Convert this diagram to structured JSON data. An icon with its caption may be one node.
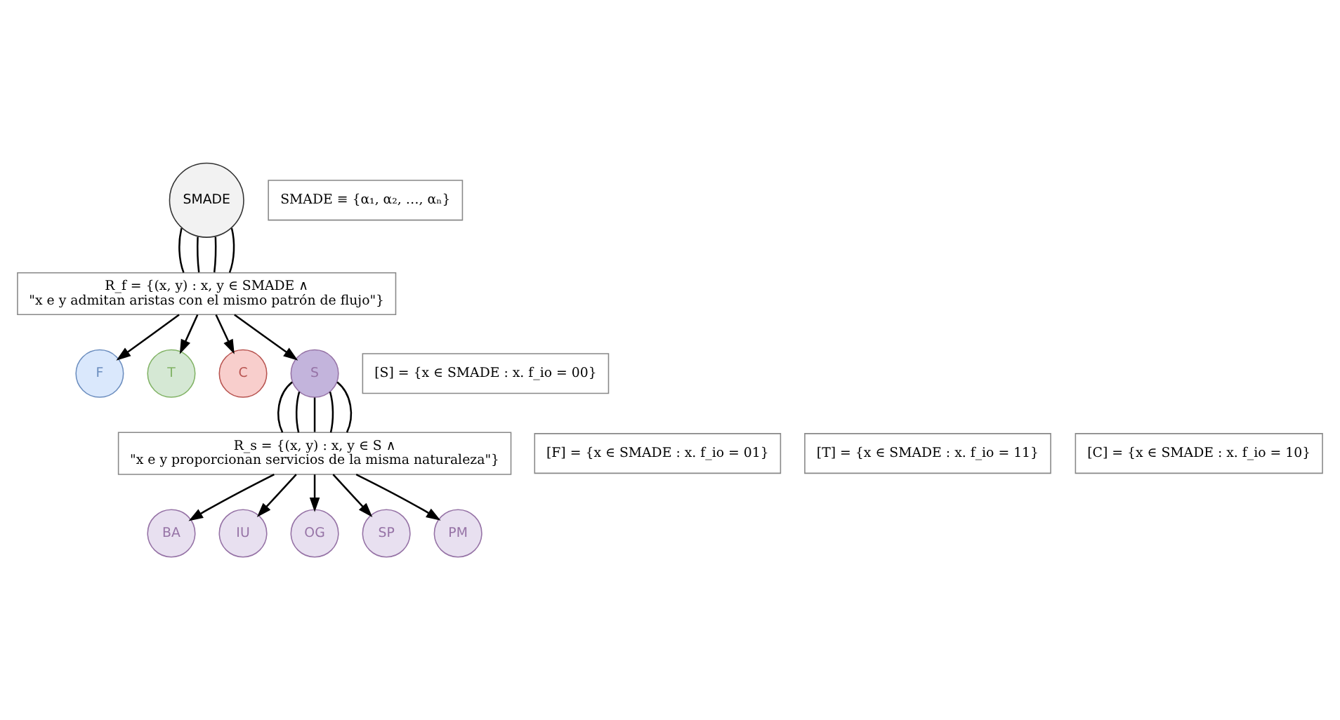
{
  "diagram": {
    "nodes": [
      {
        "text": [
          "SMADE"
        ]
      },
      {
        "text": [
          "SMADE ≡ {α₁, α₂, …, αₙ}"
        ]
      },
      {
        "text": [
          "R_f = {(x, y) : x, y ∈ SMADE ∧",
          "\"x e y admitan aristas con el mismo patrón de flujo\"}"
        ]
      },
      {
        "text": [
          "F"
        ]
      },
      {
        "text": [
          "T"
        ]
      },
      {
        "text": [
          "C"
        ]
      },
      {
        "text": [
          "S"
        ]
      },
      {
        "text": [
          "[S] = {x ∈ SMADE : x. f_io = 00}"
        ]
      },
      {
        "text": [
          "[F] = {x ∈ SMADE : x. f_io = 01}"
        ]
      },
      {
        "text": [
          "[T] = {x ∈ SMADE : x. f_io = 11}"
        ]
      },
      {
        "text": [
          "[C] = {x ∈ SMADE : x. f_io = 10}"
        ]
      },
      {
        "text": [
          "R_s = {(x, y) : x, y ∈ S ∧",
          "\"x e y proporcionan servicios de la misma naturaleza\"}"
        ]
      },
      {
        "text": [
          "BA"
        ]
      },
      {
        "text": [
          "IU"
        ]
      },
      {
        "text": [
          "OG"
        ]
      },
      {
        "text": [
          "SP"
        ]
      },
      {
        "text": [
          "PM"
        ]
      }
    ],
    "edges": [
      {
        "from": 0,
        "to": 2,
        "arrow": "none"
      },
      {
        "from": 0,
        "to": 2,
        "arrow": "none"
      },
      {
        "from": 0,
        "to": 2,
        "arrow": "none"
      },
      {
        "from": 0,
        "to": 2,
        "arrow": "none"
      },
      {
        "from": 2,
        "to": 3,
        "arrow": "to"
      },
      {
        "from": 2,
        "to": 4,
        "arrow": "to"
      },
      {
        "from": 2,
        "to": 5,
        "arrow": "to"
      },
      {
        "from": 2,
        "to": 6,
        "arrow": "to"
      },
      {
        "from": 6,
        "to": 11,
        "arrow": "none"
      },
      {
        "from": 6,
        "to": 11,
        "arrow": "none"
      },
      {
        "from": 6,
        "to": 11,
        "arrow": "none"
      },
      {
        "from": 6,
        "to": 11,
        "arrow": "none"
      },
      {
        "from": 6,
        "to": 11,
        "arrow": "none"
      },
      {
        "from": 11,
        "to": 12,
        "arrow": "to"
      },
      {
        "from": 11,
        "to": 13,
        "arrow": "to"
      },
      {
        "from": 11,
        "to": 14,
        "arrow": "to"
      },
      {
        "from": 11,
        "to": 15,
        "arrow": "to"
      },
      {
        "from": 11,
        "to": 16,
        "arrow": "to"
      }
    ]
  }
}
